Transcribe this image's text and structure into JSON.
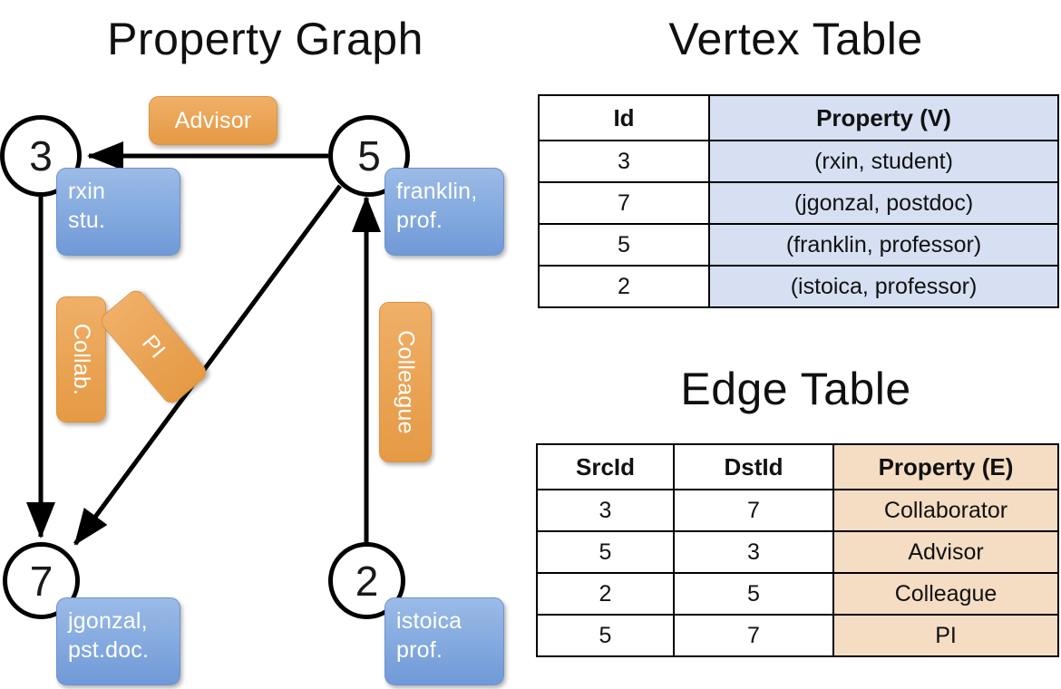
{
  "titles": {
    "property_graph": "Property Graph",
    "vertex_table": "Vertex Table",
    "edge_table": "Edge Table"
  },
  "graph": {
    "nodes": [
      {
        "id": "3",
        "label": "3",
        "property_lines": [
          "rxin",
          "stu."
        ]
      },
      {
        "id": "5",
        "label": "5",
        "property_lines": [
          "franklin,",
          "prof."
        ]
      },
      {
        "id": "7",
        "label": "7",
        "property_lines": [
          "jgonzal,",
          "pst.doc."
        ]
      },
      {
        "id": "2",
        "label": "2",
        "property_lines": [
          "istoica",
          "prof."
        ]
      }
    ],
    "edge_labels": [
      {
        "name": "advisor",
        "text": "Advisor"
      },
      {
        "name": "collab",
        "text": "Collab."
      },
      {
        "name": "pi",
        "text": "PI"
      },
      {
        "name": "colleague",
        "text": "Colleague"
      }
    ],
    "edges": [
      {
        "src": "5",
        "dst": "3",
        "label": "Advisor"
      },
      {
        "src": "3",
        "dst": "7",
        "label": "Collab."
      },
      {
        "src": "5",
        "dst": "7",
        "label": "PI"
      },
      {
        "src": "2",
        "dst": "5",
        "label": "Colleague"
      }
    ]
  },
  "vertex_table": {
    "headers": [
      "Id",
      "Property (V)"
    ],
    "rows": [
      [
        "3",
        "(rxin, student)"
      ],
      [
        "7",
        "(jgonzal, postdoc)"
      ],
      [
        "5",
        "(franklin, professor)"
      ],
      [
        "2",
        "(istoica, professor)"
      ]
    ]
  },
  "edge_table": {
    "headers": [
      "SrcId",
      "DstId",
      "Property (E)"
    ],
    "rows": [
      [
        "3",
        "7",
        "Collaborator"
      ],
      [
        "5",
        "3",
        "Advisor"
      ],
      [
        "2",
        "5",
        "Colleague"
      ],
      [
        "5",
        "7",
        "PI"
      ]
    ]
  },
  "colors": {
    "vertex_property_fill": "#d6e0f2",
    "edge_property_fill": "#f4ddc3",
    "node_box_blue": "#87ace0",
    "edge_label_orange": "#eaa455",
    "stroke": "#000000"
  }
}
